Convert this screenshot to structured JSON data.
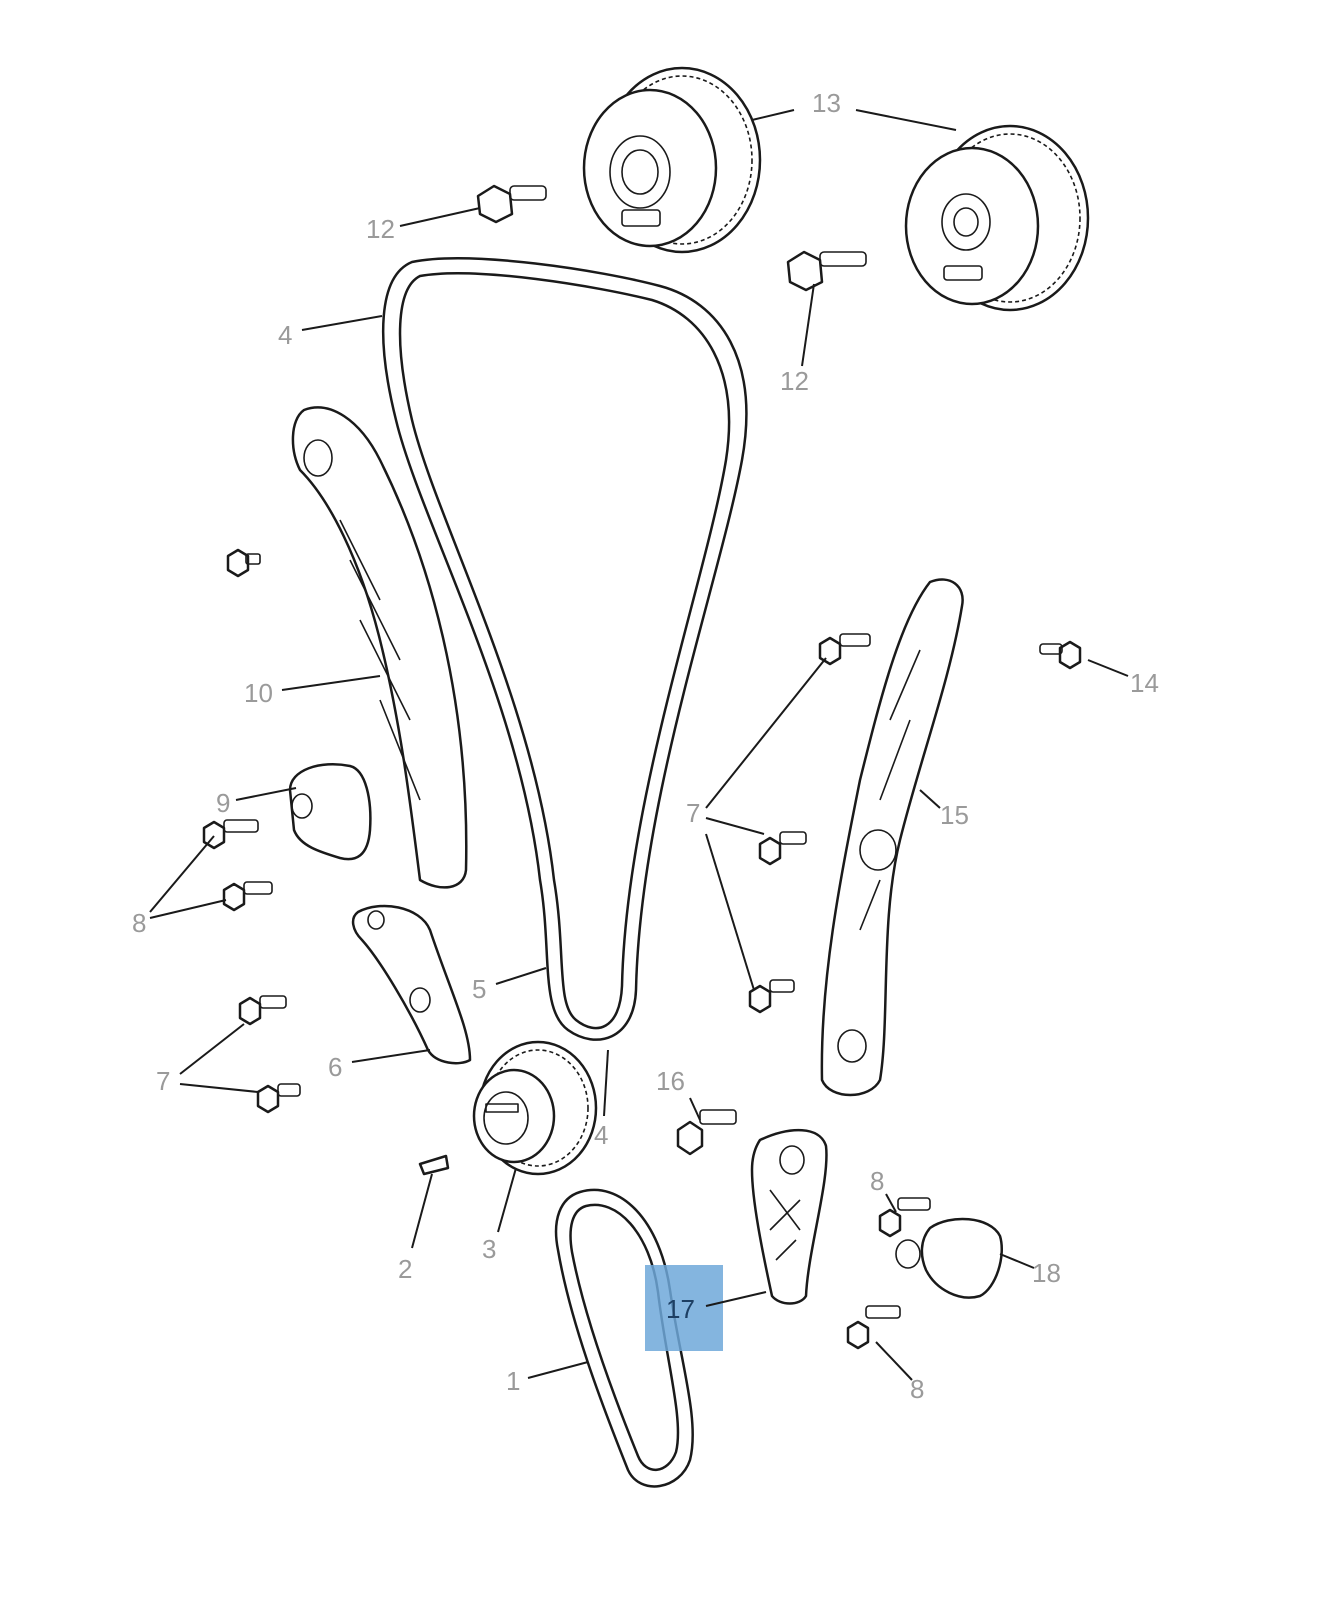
{
  "diagram": {
    "callouts": [
      {
        "id": "1",
        "label": "1"
      },
      {
        "id": "2",
        "label": "2"
      },
      {
        "id": "3",
        "label": "3"
      },
      {
        "id": "4a",
        "label": "4"
      },
      {
        "id": "4b",
        "label": "4"
      },
      {
        "id": "5",
        "label": "5"
      },
      {
        "id": "6",
        "label": "6"
      },
      {
        "id": "7a",
        "label": "7"
      },
      {
        "id": "7b",
        "label": "7"
      },
      {
        "id": "8a",
        "label": "8"
      },
      {
        "id": "8b",
        "label": "8"
      },
      {
        "id": "8c",
        "label": "8"
      },
      {
        "id": "9",
        "label": "9"
      },
      {
        "id": "10",
        "label": "10"
      },
      {
        "id": "12a",
        "label": "12"
      },
      {
        "id": "12b",
        "label": "12"
      },
      {
        "id": "13",
        "label": "13"
      },
      {
        "id": "14",
        "label": "14"
      },
      {
        "id": "15",
        "label": "15"
      },
      {
        "id": "16",
        "label": "16"
      },
      {
        "id": "17",
        "label": "17",
        "highlighted": true
      },
      {
        "id": "18",
        "label": "18"
      }
    ],
    "highlight_color": "#6fa8d9",
    "callout_color": "#9a9a9a",
    "active_callout_color": "#1d3f63"
  }
}
